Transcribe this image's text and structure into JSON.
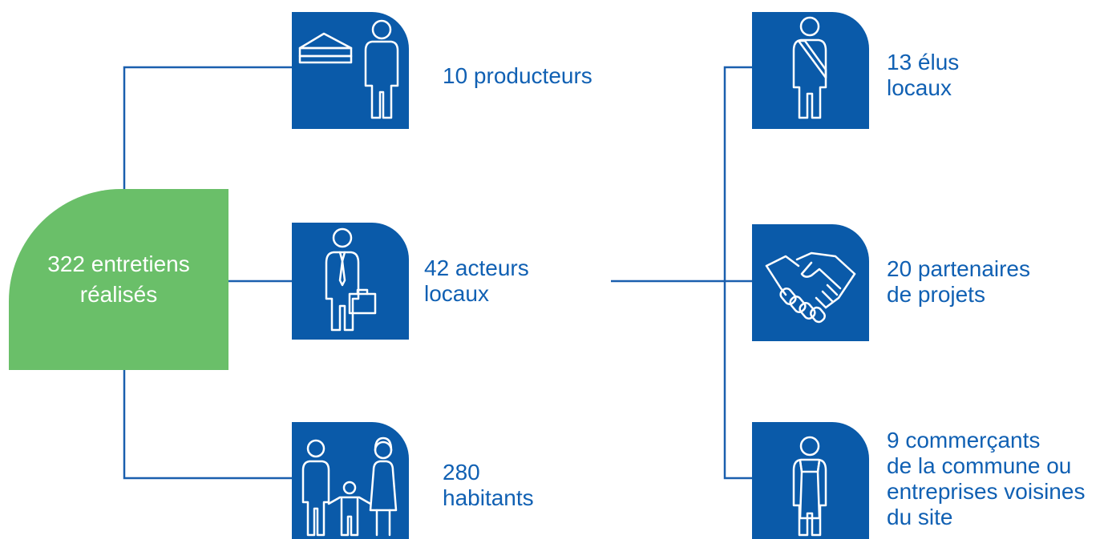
{
  "colors": {
    "primary_blue": "#0a5aa9",
    "text_blue": "#1060b3",
    "green": "#6abf69",
    "line": "#1a5fae"
  },
  "root": {
    "line1": "322 entretiens",
    "line2": "réalisés"
  },
  "categories": [
    {
      "icon": "farmer-icon",
      "lines": [
        "10 producteurs"
      ]
    },
    {
      "icon": "businessman-icon",
      "lines": [
        "42 acteurs",
        "locaux"
      ]
    },
    {
      "icon": "family-icon",
      "lines": [
        "280",
        "habitants"
      ]
    }
  ],
  "sub_categories": [
    {
      "icon": "elected-official-icon",
      "lines": [
        "13 élus",
        "locaux"
      ]
    },
    {
      "icon": "handshake-icon",
      "lines": [
        "20 partenaires",
        "de projets"
      ]
    },
    {
      "icon": "shopkeeper-icon",
      "lines": [
        "9 commerçants",
        "de la commune ou",
        "entreprises voisines",
        "du site"
      ]
    }
  ]
}
